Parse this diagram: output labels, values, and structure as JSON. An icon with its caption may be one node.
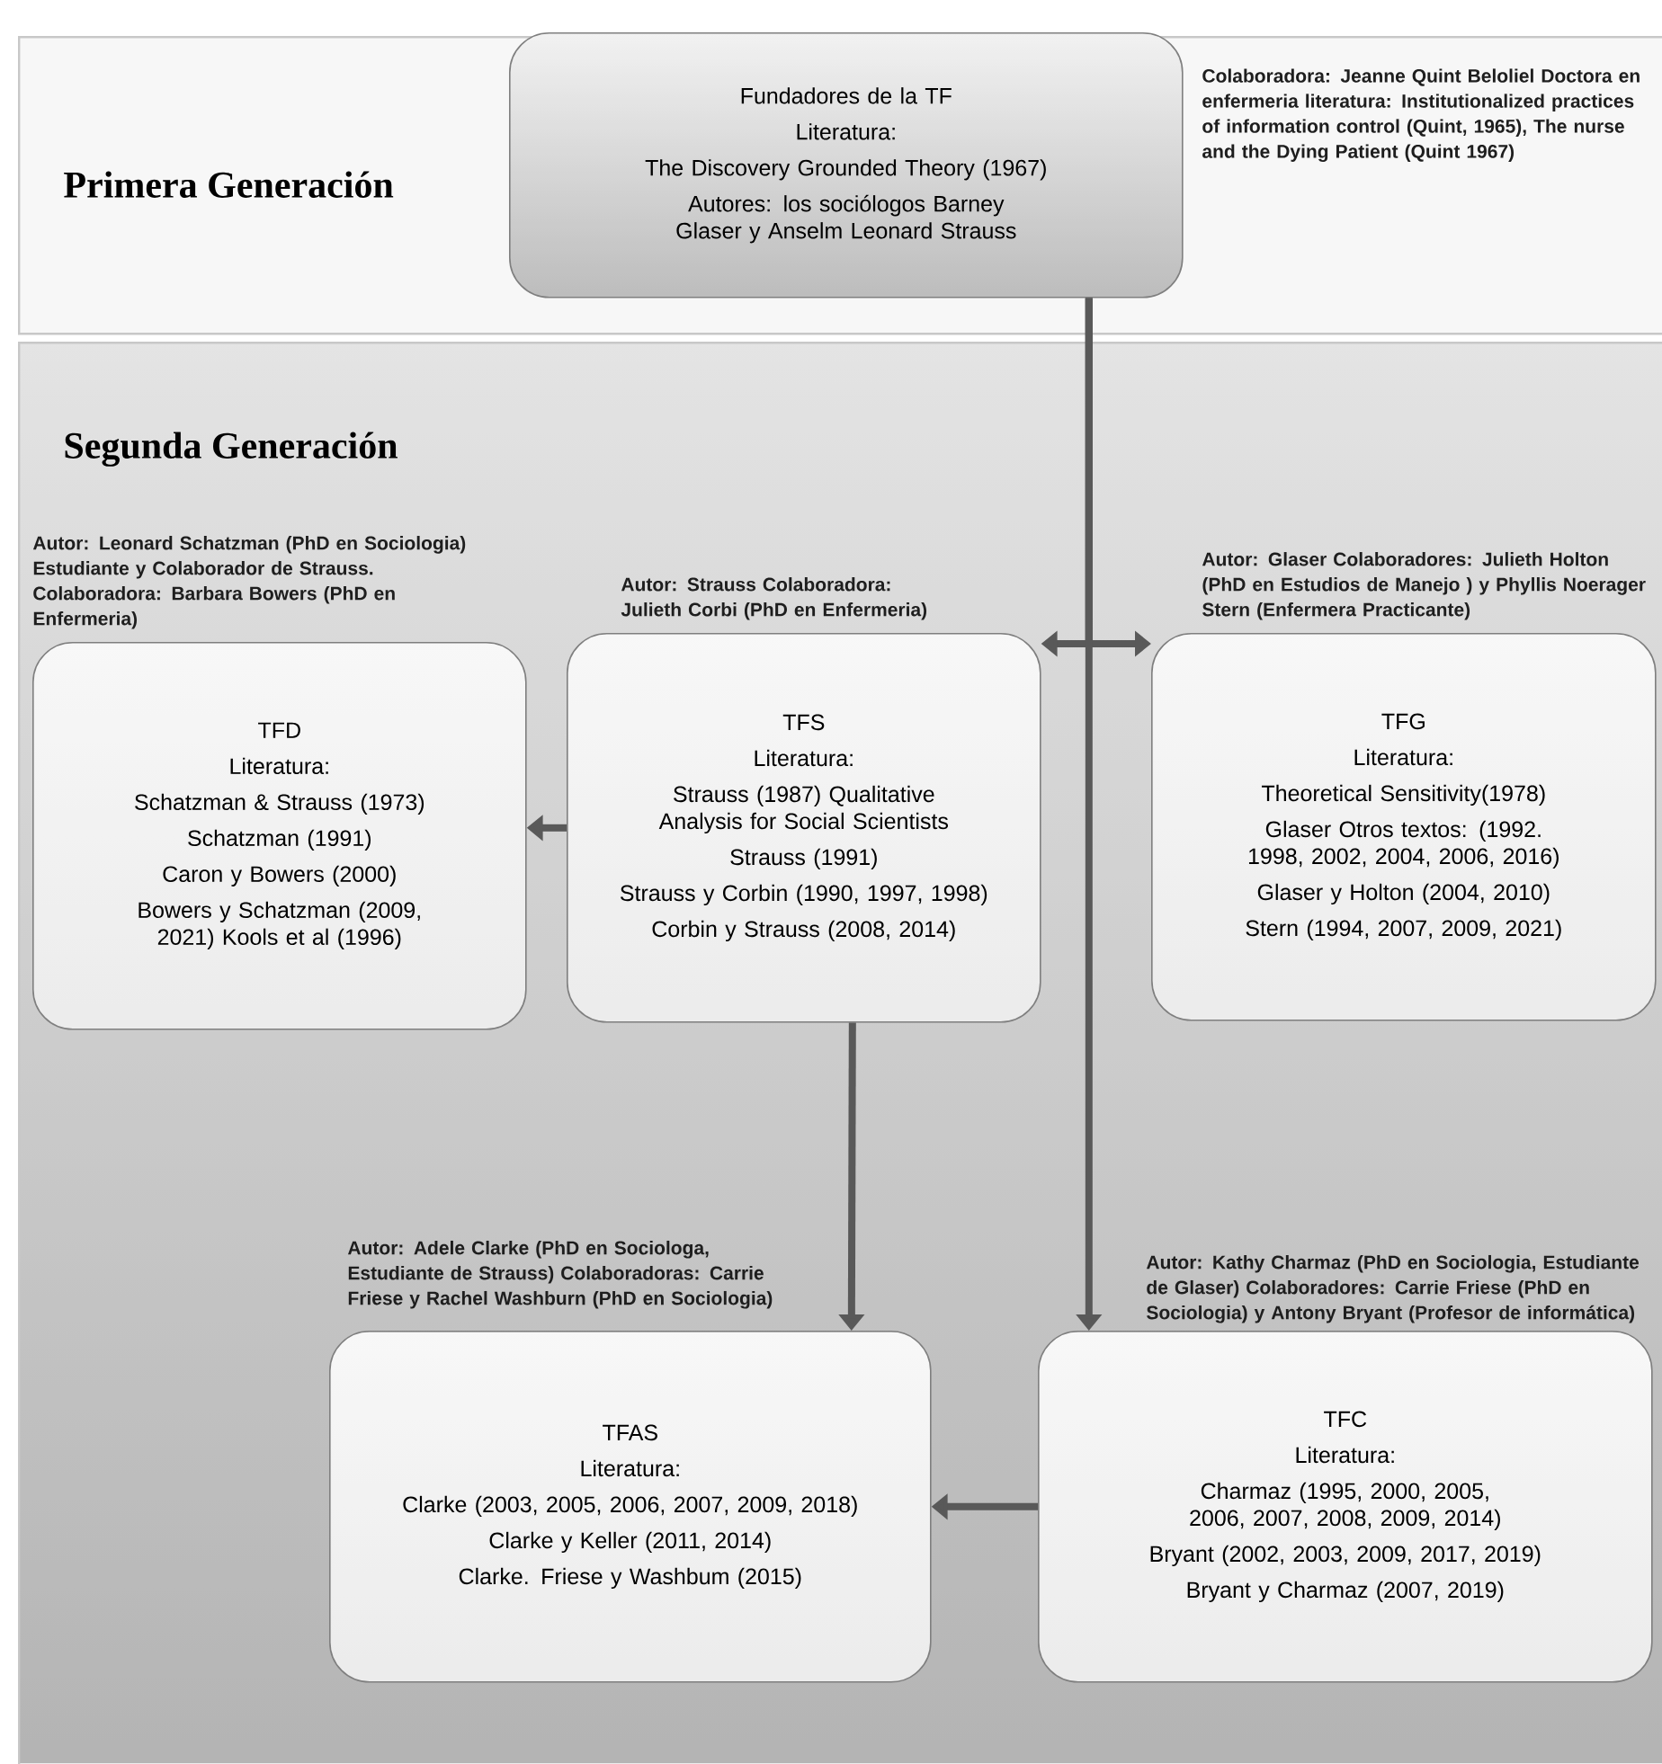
{
  "diagram": {
    "nodes": [
      {
        "text": [
          "Primera Generación"
        ]
      },
      {
        "text": [
          "Fundadores de la TF",
          "Literatura:",
          "The Discovery Grounded Theory (1967)",
          "Autores: los sociólogos Barney Glaser y Anselm Leonard Strauss"
        ],
        "in": 0,
        "beside": [
          "Colaboradora: Jeanne Quint Beloliel Doctora en enfermeria literatura: Institutionalized practices of information control (Quint, 1965), The nurse and the Dying Patient (Quint 1967)"
        ]
      },
      {
        "text": [
          "Segunda Generación"
        ]
      },
      {
        "text": [
          "TFD",
          "Literatura:",
          "Schatzman & Strauss (1973)",
          "Schatzman (1991)",
          "Caron y Bowers (2000)",
          "Bowers y Schatzman (2009, 2021) Kools et al (1996)"
        ],
        "in": 2,
        "beside": [
          "Autor: Leonard Schatzman (PhD en Sociologia) Estudiante y Colaborador de Strauss. Colaboradora: Barbara Bowers (PhD en Enfermeria)"
        ]
      },
      {
        "text": [
          "TFS",
          "Literatura:",
          "Strauss (1987) Qualitative Analysis for Social Scientists",
          "Strauss (1991)",
          "Strauss y Corbin (1990, 1997, 1998)",
          "Corbin y Strauss (2008, 2014)"
        ],
        "in": 2,
        "beside": [
          "Autor: Strauss Colaboradora: Julieth Corbi (PhD en Enfermeria)"
        ]
      },
      {
        "text": [
          "TFG",
          "Literatura:",
          "Theoretical Sensitivity(1978)",
          "Glaser Otros textos: (1992. 1998, 2002, 2004, 2006, 2016)",
          "Glaser y Holton (2004, 2010)",
          "Stern (1994, 2007, 2009, 2021)"
        ],
        "in": 2,
        "beside": [
          "Autor: Glaser Colaboradores: Julieth Holton (PhD en Estudios de Manejo ) y Phyllis Noerager Stern (Enfermera Practicante)"
        ]
      },
      {
        "text": [
          "TFAS",
          "Literatura:",
          "Clarke (2003, 2005, 2006, 2007, 2009, 2018)",
          "Clarke y Keller (2011, 2014)",
          "Clarke. Friese y Washbum (2015)"
        ],
        "in": 2,
        "beside": [
          "Autor: Adele Clarke (PhD en Sociologa, Estudiante de Strauss) Colaboradoras: Carrie Friese y Rachel Washburn (PhD en Sociologia)"
        ]
      },
      {
        "text": [
          "TFC",
          "Literatura:",
          "Charmaz (1995, 2000, 2005, 2006, 2007, 2008, 2009, 2014)",
          "Bryant (2002, 2003, 2009, 2017, 2019)",
          "Bryant y Charmaz (2007, 2019)"
        ],
        "in": 2,
        "beside": [
          "Autor: Kathy Charmaz (PhD en Sociologia, Estudiante de Glaser) Colaboradores: Carrie Friese (PhD en Sociologia) y Antony Bryant (Profesor de informática)"
        ]
      }
    ],
    "edges": [
      {
        "from": 1,
        "to": 4,
        "arrow": "to"
      },
      {
        "from": 1,
        "to": 5,
        "arrow": "to"
      },
      {
        "from": 1,
        "to": 7,
        "arrow": "to"
      },
      {
        "from": 4,
        "to": 3,
        "arrow": "to"
      },
      {
        "from": 4,
        "to": 6,
        "arrow": "to"
      },
      {
        "from": 7,
        "to": 6,
        "arrow": "to"
      }
    ]
  }
}
